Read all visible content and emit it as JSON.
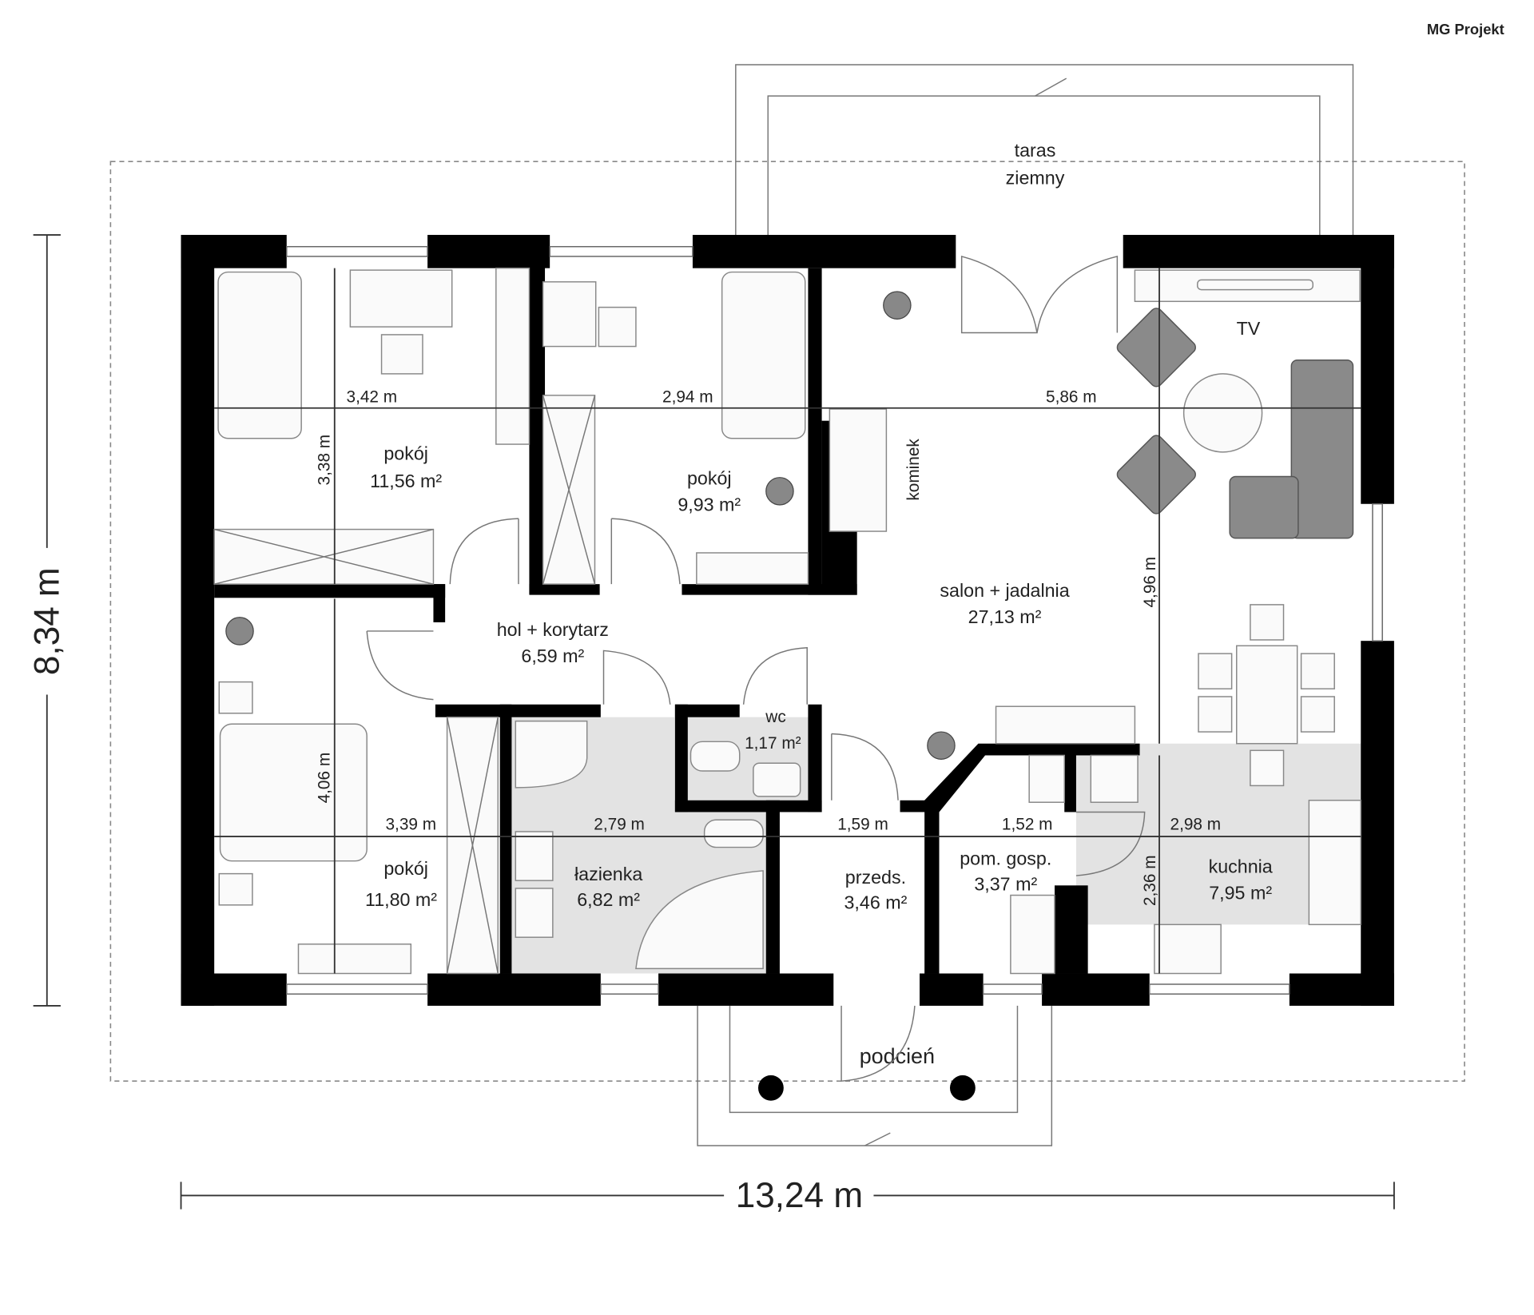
{
  "logo": "MG Projekt",
  "overall": {
    "width": "13,24 m",
    "depth": "8,34 m"
  },
  "terrace": {
    "line1": "taras",
    "line2": "ziemny"
  },
  "porch": "podcień",
  "tv": "TV",
  "fireplace": "kominek",
  "rooms": {
    "room1": {
      "name": "pokój",
      "area": "11,56 m²"
    },
    "room2": {
      "name": "pokój",
      "area": "9,93 m²"
    },
    "living": {
      "name": "salon + jadalnia",
      "area": "27,13 m²"
    },
    "hall": {
      "name": "hol + korytarz",
      "area": "6,59 m²"
    },
    "wc": {
      "name": "wc",
      "area": "1,17 m²"
    },
    "room3": {
      "name": "pokój",
      "area": "11,80 m²"
    },
    "bathroom": {
      "name": "łazienka",
      "area": "6,82 m²"
    },
    "vestibule": {
      "name": "przeds.",
      "area": "3,46 m²"
    },
    "utility": {
      "name": "pom. gosp.",
      "area": "3,37 m²"
    },
    "kitchen": {
      "name": "kuchnia",
      "area": "7,95 m²"
    }
  },
  "dimensions": {
    "d342": "3,42 m",
    "d294": "2,94 m",
    "d586": "5,86 m",
    "d338": "3,38 m",
    "d496": "4,96 m",
    "d406": "4,06 m",
    "d339": "3,39 m",
    "d279": "2,79 m",
    "d159": "1,59 m",
    "d152": "1,52 m",
    "d298": "2,98 m",
    "d236": "2,36 m"
  }
}
